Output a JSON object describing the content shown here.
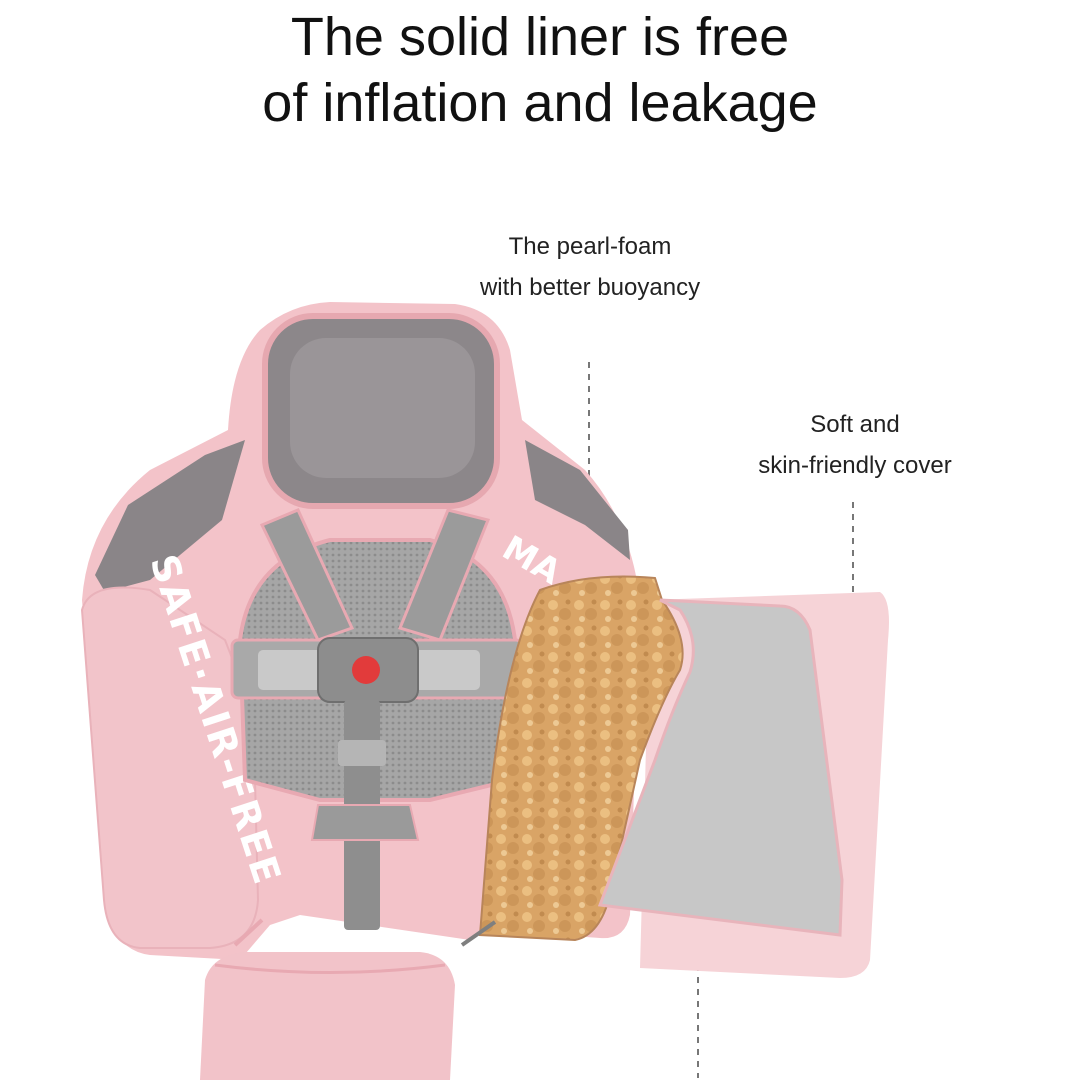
{
  "headline": {
    "line1": "The solid liner is free",
    "line2": "of inflation and leakage"
  },
  "callouts": {
    "foam": {
      "line1": "The pearl-foam",
      "line2": "with better buoyancy"
    },
    "cover": {
      "line1": "Soft and",
      "line2": "skin-friendly cover"
    }
  },
  "product_print": {
    "side_text": "SAFE·AIR-FREE",
    "top_text": "MA"
  },
  "colors": {
    "pink": "#f3c6cc",
    "pink_dark": "#e8a9b2",
    "gray_panel": "#8a8588",
    "mesh": "#a7a7a7",
    "foam": "#d9a466",
    "liner": "#c9c9c9",
    "buckle_red": "#e23b3b"
  }
}
